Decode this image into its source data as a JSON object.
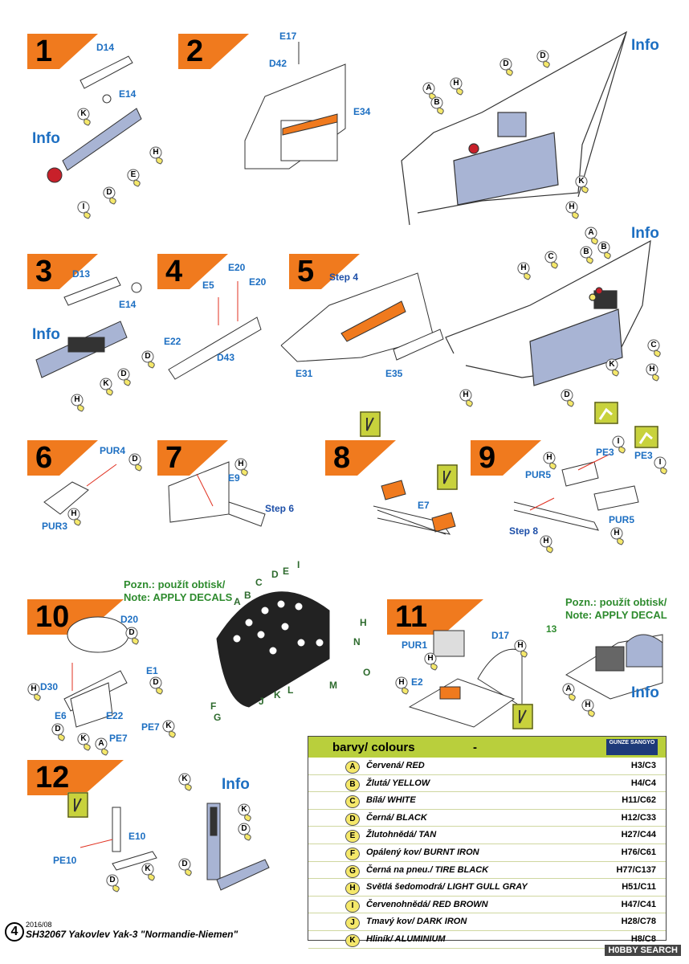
{
  "steps": {
    "s1": {
      "num": "1",
      "labels": [
        "D14",
        "E14"
      ],
      "info": "Info"
    },
    "s2": {
      "num": "2",
      "labels": [
        "E17",
        "D42",
        "E34"
      ],
      "info": "Info"
    },
    "s3": {
      "num": "3",
      "labels": [
        "D13",
        "E14"
      ],
      "info": "Info"
    },
    "s4": {
      "num": "4",
      "labels": [
        "E20",
        "E5",
        "E20",
        "E22",
        "D43"
      ]
    },
    "s5": {
      "num": "5",
      "labels": [
        "E31",
        "E35"
      ],
      "step_ref": "Step 4",
      "info": "Info"
    },
    "s6": {
      "num": "6",
      "labels": [
        "PUR4",
        "PUR3"
      ]
    },
    "s7": {
      "num": "7",
      "labels": [
        "E9"
      ],
      "step_ref": "Step 6"
    },
    "s8": {
      "num": "8",
      "labels": [
        "E7"
      ]
    },
    "s9": {
      "num": "9",
      "labels": [
        "PE3",
        "PE3",
        "PUR5",
        "PUR5"
      ],
      "step_ref": "Step 8"
    },
    "s10": {
      "num": "10",
      "labels": [
        "D20",
        "E1",
        "D30",
        "E6",
        "E22",
        "PE7",
        "PE7"
      ],
      "note_cz": "Pozn.: použít obtisk/",
      "note_en": "Note: APPLY DECALS",
      "gauge_letters": [
        "A",
        "B",
        "C",
        "D",
        "E",
        "I",
        "H",
        "N",
        "O",
        "M",
        "L",
        "K",
        "J",
        "G",
        "F"
      ]
    },
    "s11": {
      "num": "11",
      "labels": [
        "PUR1",
        "D17",
        "E2",
        "13"
      ],
      "note_cz": "Pozn.: použít obtisk/",
      "note_en": "Note: APPLY DECAL",
      "info": "Info"
    },
    "s12": {
      "num": "12",
      "labels": [
        "E10",
        "PE10"
      ],
      "info": "Info"
    }
  },
  "legend": {
    "title": "barvy/ colours",
    "dash": "-",
    "brand": "GUNZE SANGYO",
    "rows": [
      {
        "k": "A",
        "name": "Červená/ RED",
        "code": "H3/C3"
      },
      {
        "k": "B",
        "name": "Žlutá/ YELLOW",
        "code": "H4/C4"
      },
      {
        "k": "C",
        "name": "Bílá/ WHITE",
        "code": "H11/C62"
      },
      {
        "k": "D",
        "name": "Černá/ BLACK",
        "code": "H12/C33"
      },
      {
        "k": "E",
        "name": "Žlutohnědá/ TAN",
        "code": "H27/C44"
      },
      {
        "k": "F",
        "name": "Opálený kov/ BURNT IRON",
        "code": "H76/C61"
      },
      {
        "k": "G",
        "name": "Černá na pneu./ TIRE BLACK",
        "code": "H77/C137"
      },
      {
        "k": "H",
        "name": "Světlá šedomodrá/ LIGHT GULL GRAY",
        "code": "H51/C11"
      },
      {
        "k": "I",
        "name": "Červenohnědá/ RED BROWN",
        "code": "H47/C41"
      },
      {
        "k": "J",
        "name": "Tmavý kov/ DARK IRON",
        "code": "H28/C78"
      },
      {
        "k": "K",
        "name": "Hliník/ ALUMINIUM",
        "code": "H8/C8"
      }
    ]
  },
  "footer": {
    "page": "4",
    "date": "2016/08",
    "title": "SH32067  Yakovlev Yak-3 \"Normandie-Niemen\""
  },
  "watermark": "H0BBY SEARCH",
  "colors": {
    "accent_orange": "#f07a1e",
    "label_blue": "#1d6fc2",
    "legend_green": "#b9cf3c",
    "drop_yellow": "#f5e86a",
    "part_gray": "#a8b4d4"
  }
}
